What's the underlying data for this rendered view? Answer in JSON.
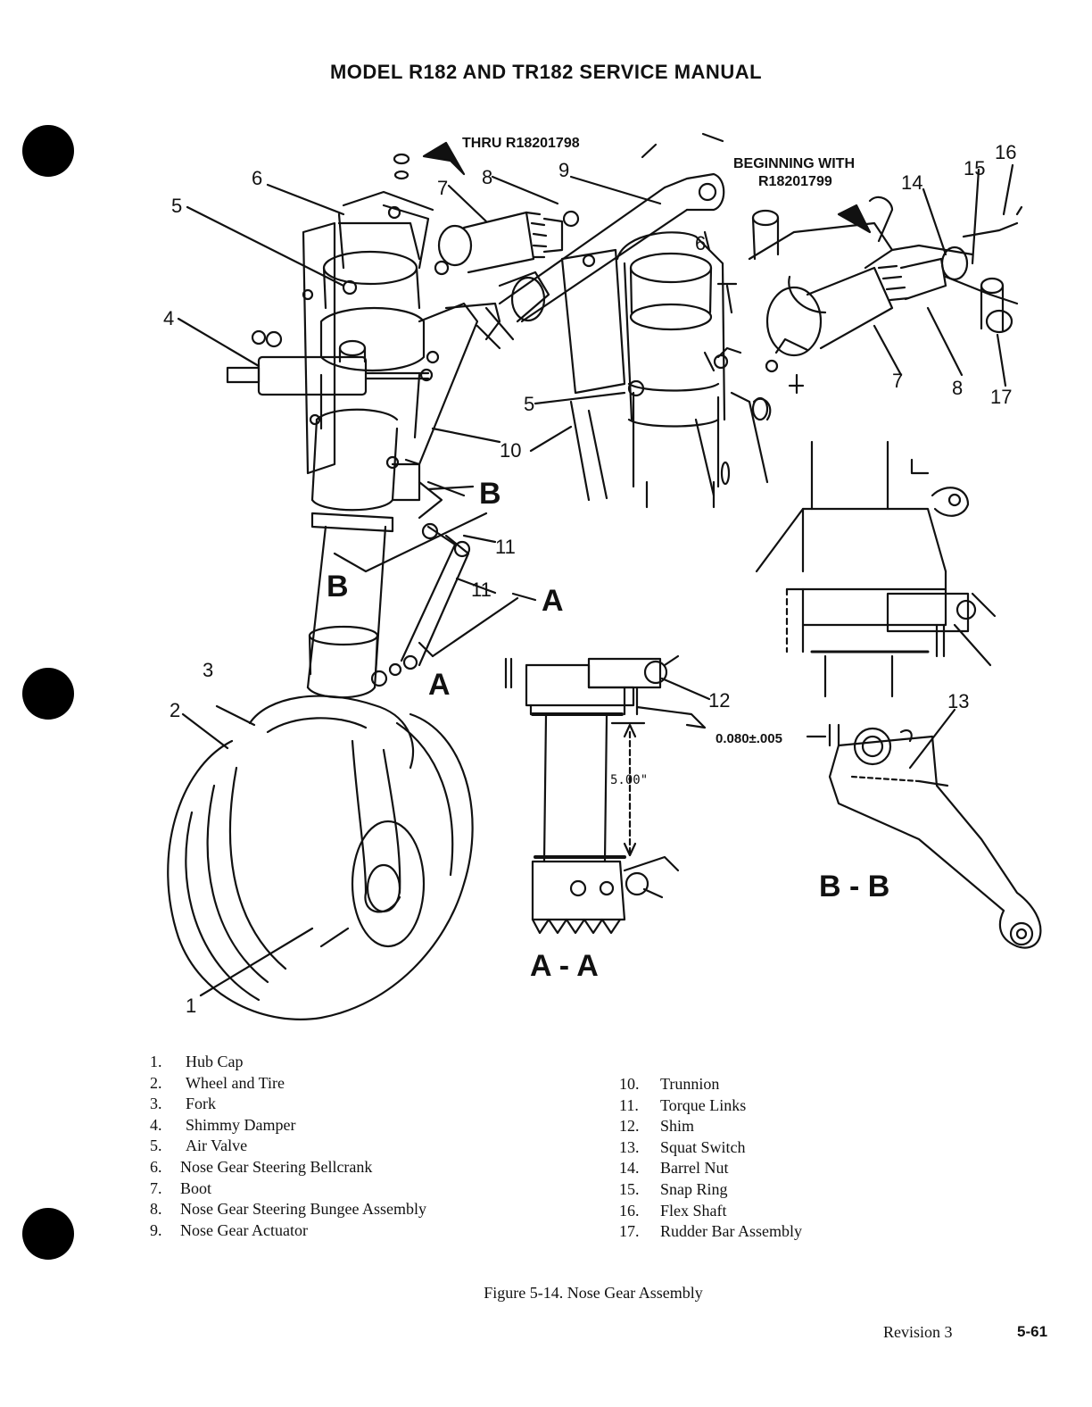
{
  "header": {
    "title": "MODEL R182 AND TR182 SERVICE MANUAL"
  },
  "diagram": {
    "serial_notes": {
      "thru": "THRU R18201798",
      "beginning_line1": "BEGINNING WITH",
      "beginning_line2": "R18201799"
    },
    "callouts": [
      "1",
      "2",
      "3",
      "4",
      "5",
      "6",
      "7",
      "8",
      "9",
      "10",
      "11",
      "12",
      "13",
      "14",
      "15",
      "16",
      "17"
    ],
    "section_marks": {
      "a": "A",
      "b": "B",
      "aa": "A - A",
      "bb": "B - B"
    },
    "dimensions": {
      "height": "5.00\"",
      "clearance": "0.080±.005"
    }
  },
  "legend": {
    "left": [
      {
        "num": "1.",
        "text": "Hub Cap"
      },
      {
        "num": "2.",
        "text": "Wheel and Tire"
      },
      {
        "num": "3.",
        "text": "Fork"
      },
      {
        "num": "4.",
        "text": "Shimmy Damper"
      },
      {
        "num": "5.",
        "text": "Air Valve"
      },
      {
        "num": "6.",
        "text": "Nose Gear Steering Bellcrank"
      },
      {
        "num": "7.",
        "text": "Boot"
      },
      {
        "num": "8.",
        "text": "Nose Gear Steering Bungee Assembly"
      },
      {
        "num": "9.",
        "text": "Nose Gear Actuator"
      }
    ],
    "right": [
      {
        "num": "10.",
        "text": "Trunnion"
      },
      {
        "num": "11.",
        "text": "Torque Links"
      },
      {
        "num": "12.",
        "text": "Shim"
      },
      {
        "num": "13.",
        "text": "Squat Switch"
      },
      {
        "num": "14.",
        "text": "Barrel Nut"
      },
      {
        "num": "15.",
        "text": "Snap Ring"
      },
      {
        "num": "16.",
        "text": "Flex Shaft"
      },
      {
        "num": "17.",
        "text": "Rudder Bar Assembly"
      }
    ]
  },
  "caption": "Figure 5-14. Nose Gear Assembly",
  "footer": {
    "revision": "Revision 3",
    "page": "5-61"
  }
}
